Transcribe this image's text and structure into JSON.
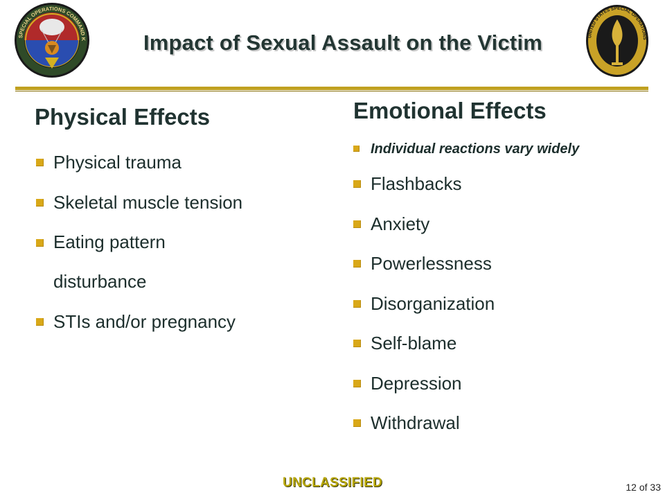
{
  "slide": {
    "title": "Impact of Sexual Assault on the Victim",
    "physical": {
      "heading": "Physical Effects",
      "items": [
        "Physical trauma",
        "Skeletal muscle tension",
        "Eating pattern disturbance",
        "STIs and/or pregnancy"
      ]
    },
    "emotional": {
      "heading": "Emotional Effects",
      "note": "Individual reactions vary widely",
      "items": [
        "Flashbacks",
        "Anxiety",
        "Powerlessness",
        "Disorganization",
        "Self-blame",
        "Depression",
        "Withdrawal"
      ]
    },
    "footer": {
      "classification": "UNCLASSIFIED",
      "page_number": "12 of 33"
    },
    "seals": {
      "left": {
        "icon": "special-operations-command-korea-seal",
        "text": "SPECIAL OPERATIONS COMMAND KOREA"
      },
      "right": {
        "icon": "united-states-special-operations-command-seal",
        "text": "UNITED STATES SPECIAL OPERATIONS COMMAND"
      }
    },
    "colors": {
      "accent_gold": "#c0a020",
      "bullet": "#d9a818",
      "text": "#1c2e2c"
    }
  }
}
